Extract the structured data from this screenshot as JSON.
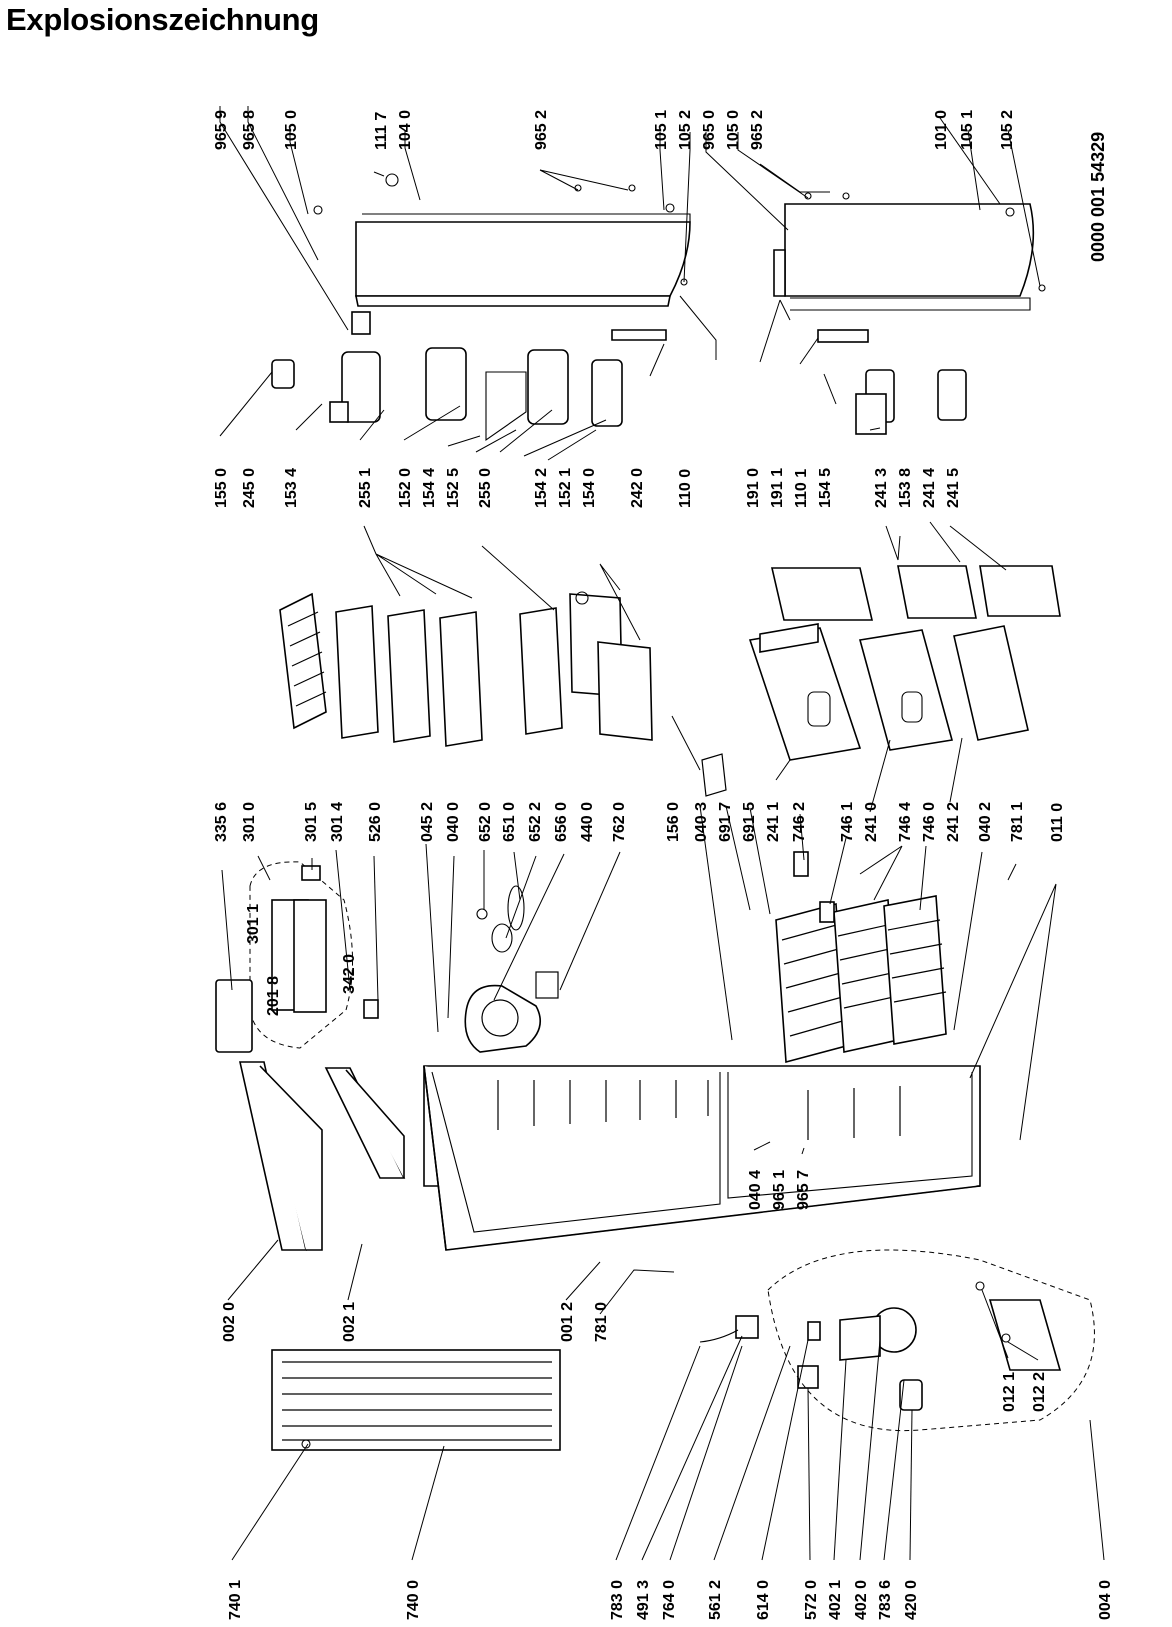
{
  "title": "Explosionszeichnung",
  "document_number": "0000 001 54329",
  "labels": {
    "col1": [
      "965 9",
      "965 8",
      "105 0",
      "111 7",
      "104 0",
      "965 2",
      "105 1",
      "105 2",
      "965 0",
      "105 0",
      "965 2",
      "101 0",
      "105 1",
      "105 2"
    ],
    "col2": [
      "155 0",
      "245 0",
      "153 4",
      "255 1",
      "152 0",
      "154 4",
      "152 5",
      "255 0",
      "154 2",
      "152 1",
      "154 0",
      "242 0",
      "110 0",
      "191 0",
      "191 1",
      "110 1",
      "154 5",
      "241 3",
      "153 8",
      "241 4",
      "241 5"
    ],
    "col3": [
      "335 6",
      "301 0",
      "301 5",
      "301 4",
      "526 0",
      "045 2",
      "040 0",
      "652 0",
      "651 0",
      "652 2",
      "656 0",
      "440 0",
      "762 0",
      "156 0",
      "040 3",
      "691 7",
      "691 5",
      "241 1",
      "746 2",
      "746 1",
      "241 0",
      "746 4",
      "746 0",
      "241 2",
      "040 2",
      "781 1",
      "011 0"
    ],
    "inner": [
      "301 1",
      "201 8",
      "342 0"
    ],
    "col4": [
      "002 0",
      "002 1",
      "001 2",
      "781 0",
      "040 4",
      "965 1",
      "965 7"
    ],
    "col5": [
      "740 1",
      "740 0",
      "783 0",
      "491 3",
      "764 0",
      "561 2",
      "614 0",
      "572 0",
      "402 1",
      "402 0",
      "783 6",
      "420 0",
      "004 0",
      "012 1",
      "012 2"
    ]
  }
}
